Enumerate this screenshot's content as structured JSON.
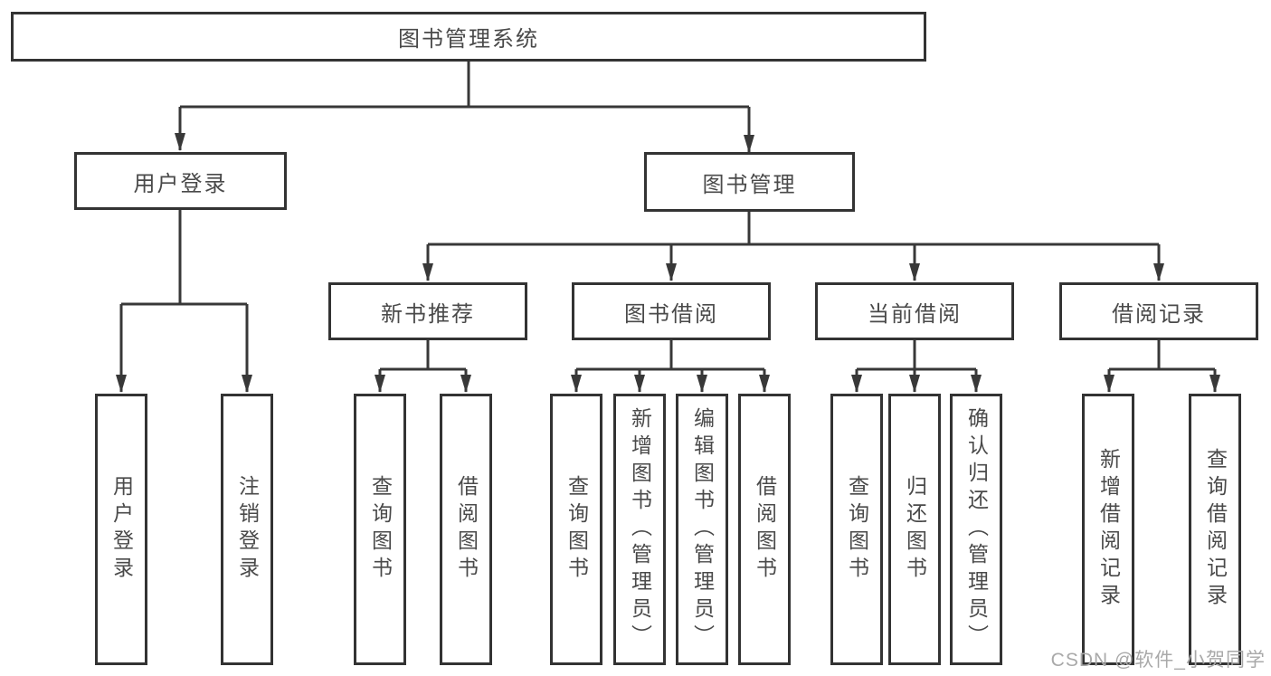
{
  "diagram": {
    "root": "图书管理系统",
    "user_login": {
      "label": "用户登录",
      "children": [
        "用户登录",
        "注销登录"
      ]
    },
    "book_mgmt": {
      "label": "图书管理",
      "children": [
        {
          "label": "新书推荐",
          "children": [
            "查询图书",
            "借阅图书"
          ]
        },
        {
          "label": "图书借阅",
          "children": [
            "查询图书",
            "新增图书（管理员）",
            "编辑图书（管理员）",
            "借阅图书"
          ]
        },
        {
          "label": "当前借阅",
          "children": [
            "查询图书",
            "归还图书",
            "确认归还（管理员）"
          ]
        },
        {
          "label": "借阅记录",
          "children": [
            "新增借阅记录",
            "查询借阅记录"
          ]
        }
      ]
    },
    "line_color": "#383838",
    "border_color": "#333333",
    "text_color": "#4a4a4a"
  },
  "watermark": {
    "text": "CSDN @软件_小贺同学"
  }
}
